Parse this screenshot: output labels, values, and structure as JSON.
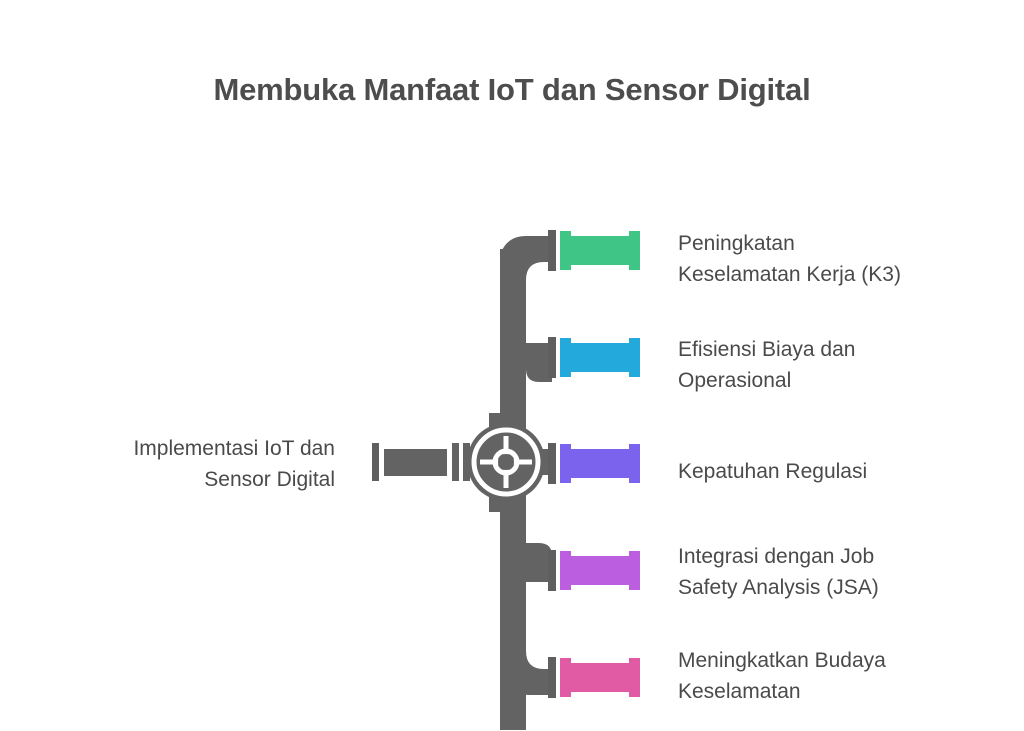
{
  "title": "Membuka Manfaat IoT dan Sensor Digital",
  "source": {
    "label_line1": "Implementasi IoT dan",
    "label_line2": "Sensor Digital",
    "icon": "valve-wheel-icon",
    "pipe_color": "#636363"
  },
  "theme": {
    "background": "#ffffff",
    "pipe_gray": "#636363",
    "title_color": "#4d4d4d",
    "label_color": "#4a4a4a",
    "flange_gray": "#5f5f5f"
  },
  "branches": [
    {
      "id": "branch-1",
      "label_line1": "Peningkatan",
      "label_line2": "Keselamatan Kerja (K3)",
      "color": "#3fc585",
      "color_name": "green"
    },
    {
      "id": "branch-2",
      "label_line1": "Efisiensi Biaya dan",
      "label_line2": "Operasional",
      "color": "#23a9db",
      "color_name": "cyan"
    },
    {
      "id": "branch-3",
      "label_line1": "Kepatuhan Regulasi",
      "label_line2": "",
      "color": "#7c63ee",
      "color_name": "purple"
    },
    {
      "id": "branch-4",
      "label_line1": "Integrasi dengan Job",
      "label_line2": "Safety Analysis (JSA)",
      "color": "#bb5ee0",
      "color_name": "orchid"
    },
    {
      "id": "branch-5",
      "label_line1": "Meningkatkan Budaya",
      "label_line2": "Keselamatan",
      "color": "#e05ba4",
      "color_name": "pink"
    }
  ]
}
